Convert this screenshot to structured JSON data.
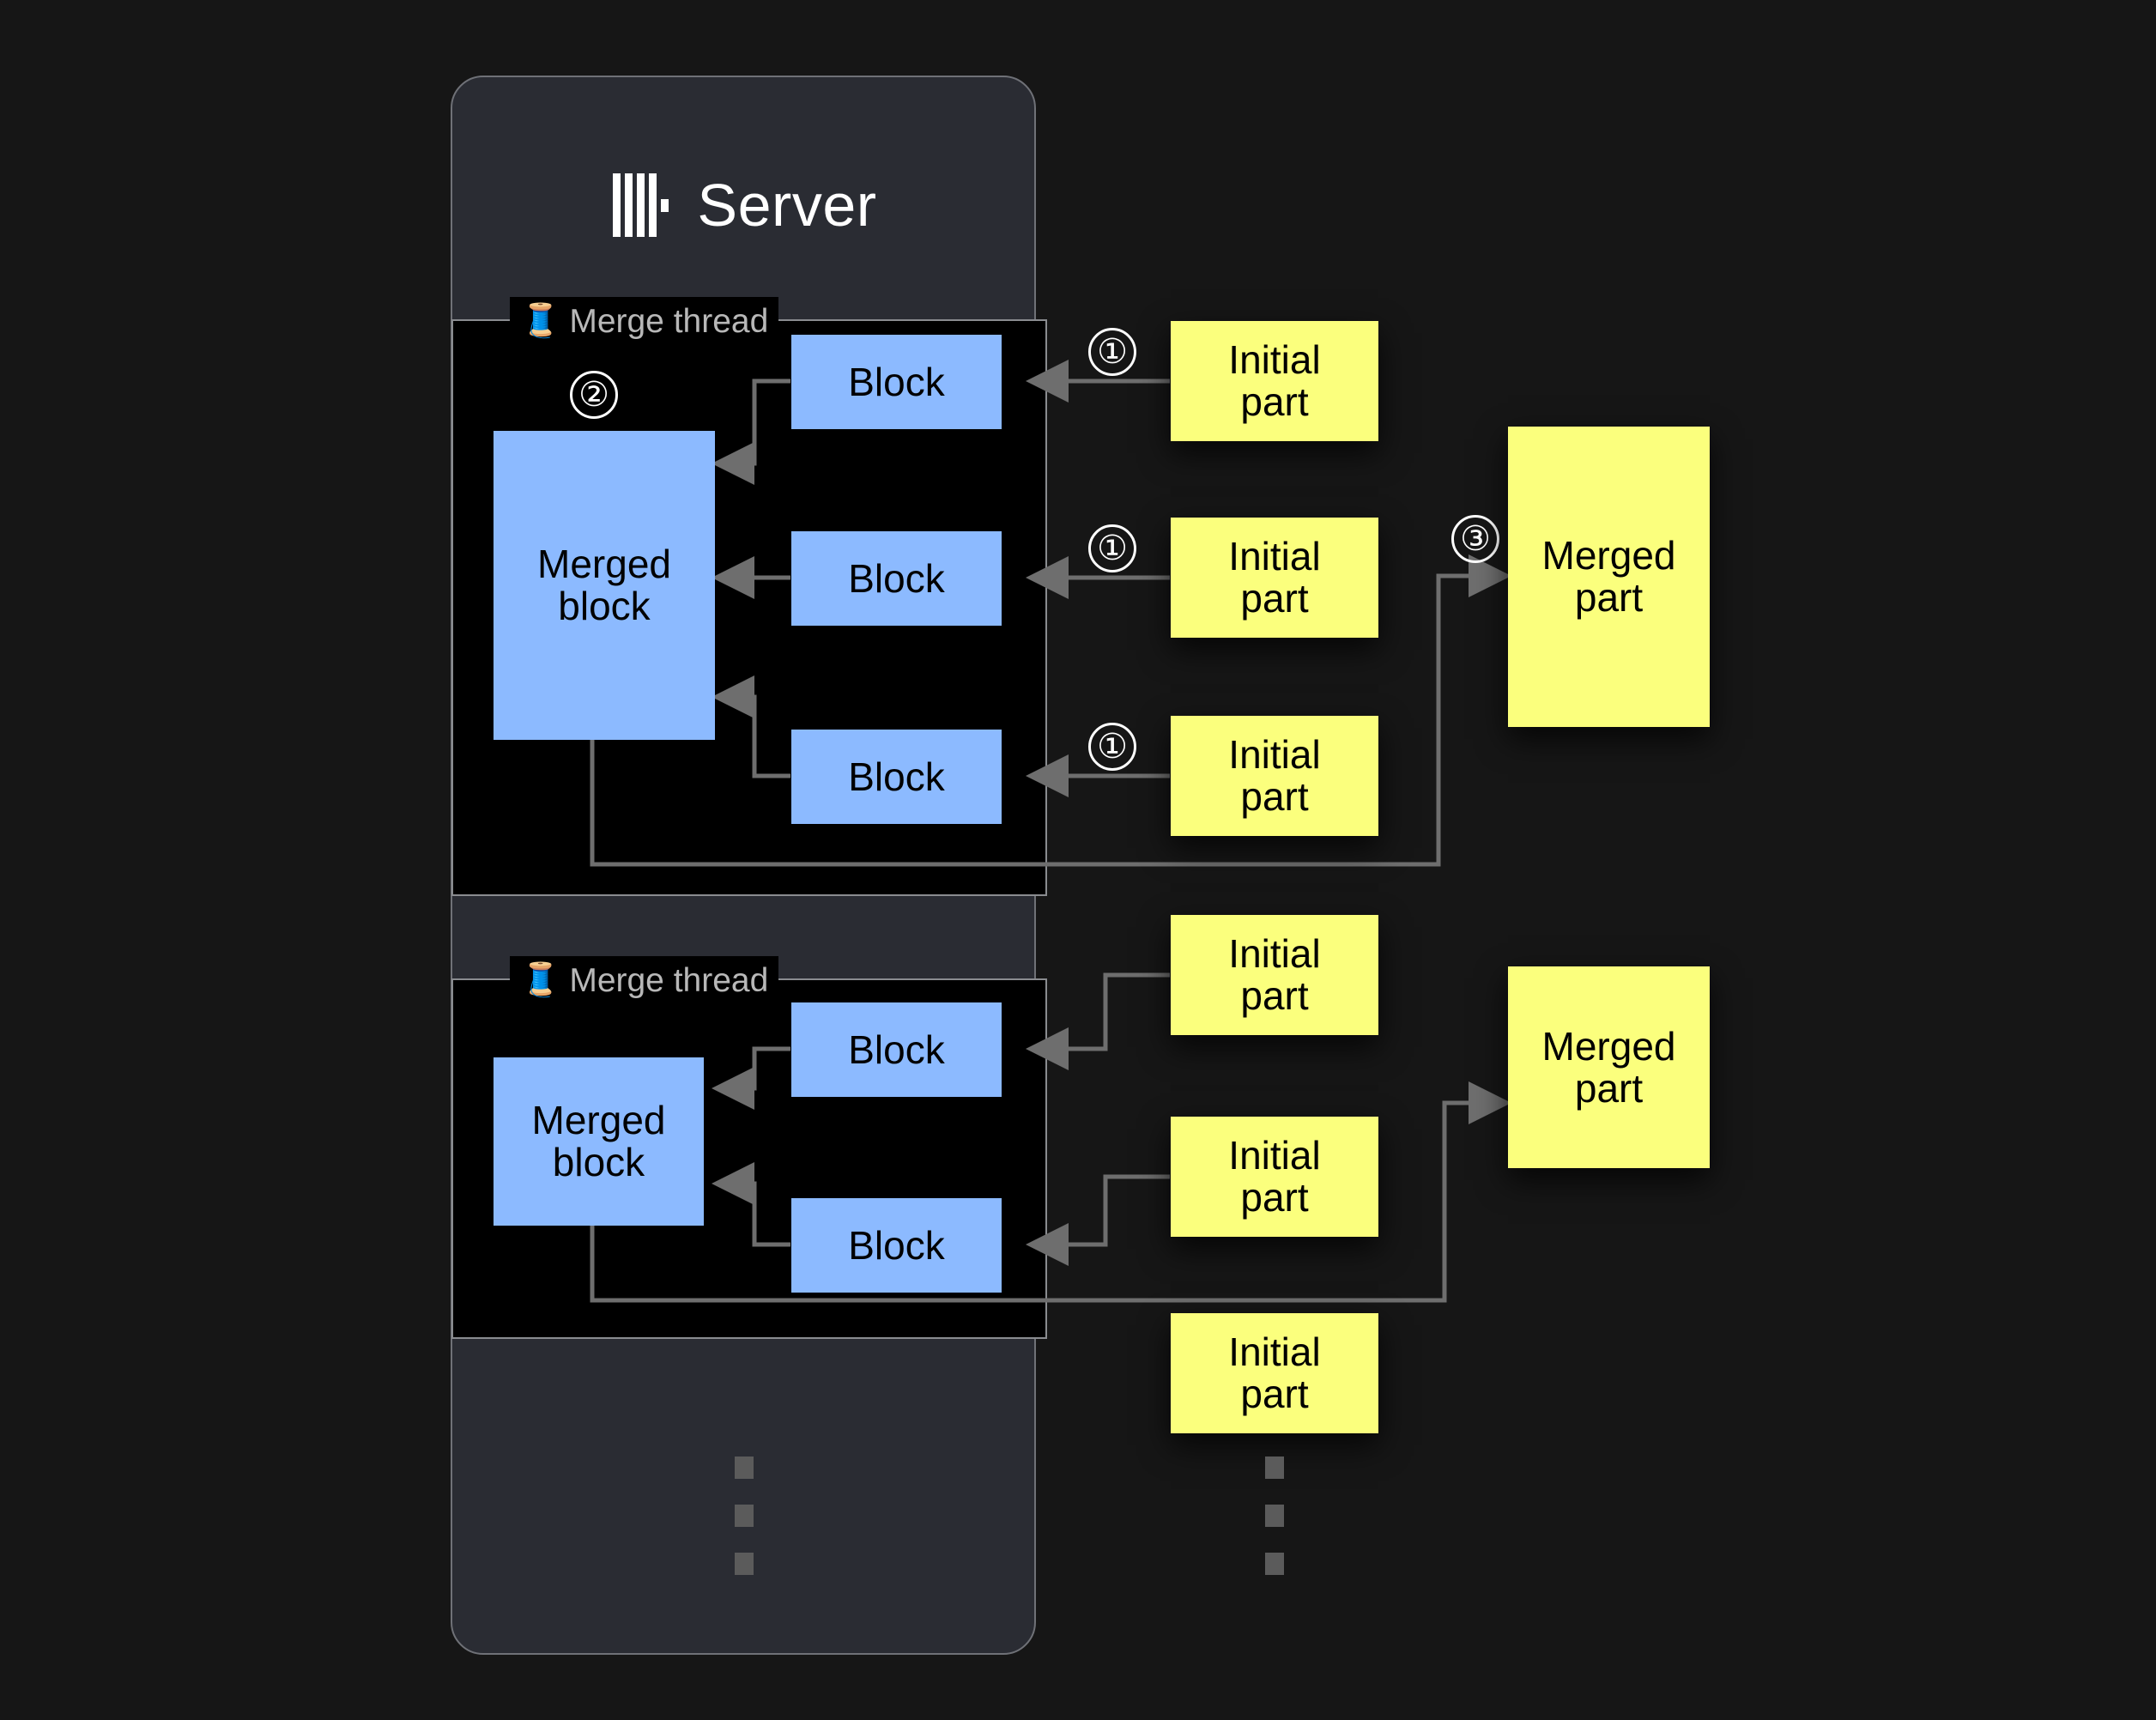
{
  "page": {
    "background_color": "#161616",
    "title": "ClickHouse Server merge threads diagram"
  },
  "server": {
    "title": "Server",
    "logo_icon": "clickhouse-logo-icon",
    "card_color": "#2a2c33",
    "border_color": "#6f7177"
  },
  "colors": {
    "block": "#8cbaff",
    "part": "#fbff7d",
    "arrow": "#6e6e6e",
    "group_bg": "#000000",
    "group_border": "#8a8c90",
    "label_text": "#b8b8b8",
    "marker": "#ffffff"
  },
  "merge_groups": [
    {
      "label": "Merge thread",
      "icon": "thread-spool-icon",
      "step_marker": "②",
      "merged_block_label": "Merged\nblock",
      "merged_block_text": "Merged block",
      "blocks": [
        {
          "label": "Block"
        },
        {
          "label": "Block"
        },
        {
          "label": "Block"
        }
      ]
    },
    {
      "label": "Merge thread",
      "icon": "thread-spool-icon",
      "step_marker": "",
      "merged_block_label": "Merged\nblock",
      "merged_block_text": "Merged block",
      "blocks": [
        {
          "label": "Block"
        },
        {
          "label": "Block"
        }
      ]
    }
  ],
  "initial_parts": [
    {
      "label": "Initial part",
      "step_marker": "①"
    },
    {
      "label": "Initial part",
      "step_marker": "①"
    },
    {
      "label": "Initial part",
      "step_marker": "①"
    },
    {
      "label": "Initial part",
      "step_marker": ""
    },
    {
      "label": "Initial part",
      "step_marker": ""
    },
    {
      "label": "Initial part",
      "step_marker": ""
    }
  ],
  "merged_parts": [
    {
      "label": "Merged part",
      "step_marker": "③"
    },
    {
      "label": "Merged part",
      "step_marker": ""
    }
  ],
  "labels": {
    "block": "Block",
    "merged_block_line1": "Merged",
    "merged_block_line2": "block",
    "initial_line1": "Initial",
    "initial_line2": "part",
    "merged_part_line1": "Merged",
    "merged_part_line2": "part",
    "step_one": "①",
    "step_two": "②",
    "step_three": "③"
  },
  "ellipsis": {
    "left_dots": 3,
    "right_dots": 3
  }
}
